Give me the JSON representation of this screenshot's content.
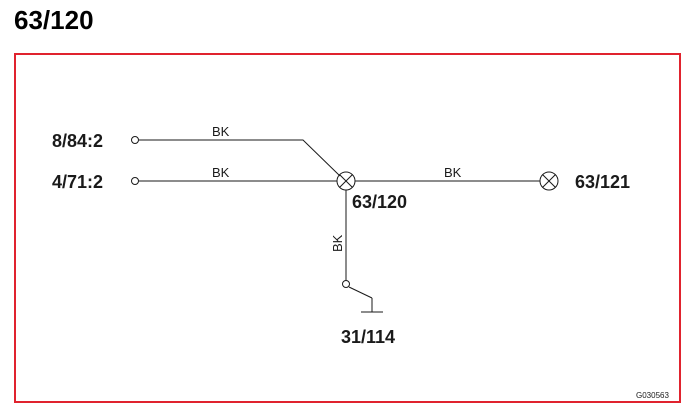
{
  "header": {
    "title": "63/120"
  },
  "diagram": {
    "frame_color": "#e0232e",
    "wire_color": "#1a1a1a",
    "connectors": {
      "left_top": "8/84:2",
      "left_bottom": "4/71:2",
      "splice_center": "63/120",
      "splice_right": "63/121",
      "ground": "31/114"
    },
    "wires": {
      "top": "BK",
      "bottom": "BK",
      "right": "BK",
      "vertical": "BK"
    },
    "reference_code": "G030563"
  }
}
